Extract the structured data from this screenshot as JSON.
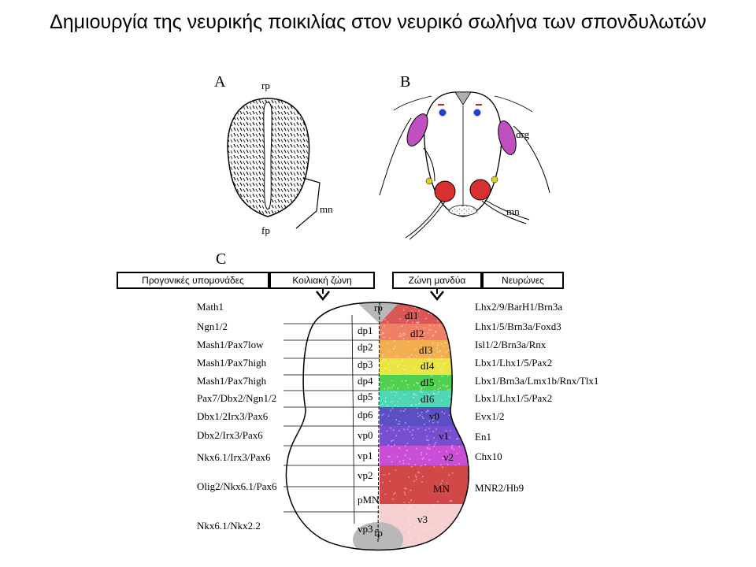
{
  "title": "Δημιουργία της νευρικής ποικιλίας στον νευρικό σωλήνα των σπονδυλωτών",
  "panels": {
    "a": {
      "letter": "A",
      "rp": "rp",
      "fp": "fp",
      "mn": "mn"
    },
    "b": {
      "letter": "B",
      "drg": "drg",
      "mn": "mn"
    },
    "c": {
      "letter": "C"
    }
  },
  "headers": {
    "progenitors": "Προγονικές υπομονάδες",
    "ventricular": "Κοιλιακή ζώνη",
    "mantle": "Ζώνη μανδύα",
    "neurons": "Νευρώνες"
  },
  "progenitor_genes": [
    "Math1",
    "Ngn1/2",
    "Mash1/Pax7low",
    "Mash1/Pax7high",
    "Mash1/Pax7high",
    "Pax7/Dbx2/Ngn1/2",
    "Dbx1/2Irx3/Pax6",
    "Dbx2/Irx3/Pax6",
    "Nkx6.1/Irx3/Pax6",
    "Olig2/Nkx6.1/Pax6",
    "Nkx6.1/Nkx2.2"
  ],
  "domains_left": [
    "rp",
    "dp1",
    "dp2",
    "dp3",
    "dp4",
    "dp5",
    "dp6",
    "vp0",
    "vp1",
    "vp2",
    "pMN",
    "vp3",
    "fp"
  ],
  "domains_right": [
    "dI1",
    "dI2",
    "dI3",
    "dI4",
    "dI5",
    "dI6",
    "v0",
    "v1",
    "v2",
    "MN",
    "v3"
  ],
  "neuron_genes": [
    "Lhx2/9/BarH1/Brn3a",
    "Lhx1/5/Brn3a/Foxd3",
    "Isl1/2/Brn3a/Rnx",
    "Lbx1/Lhx1/5/Pax2",
    "Lbx1/Brn3a/Lmx1b/Rnx/Tlx1",
    "Lbx1/Lhx1/5/Pax2",
    "Evx1/2",
    "En1",
    "Chx10",
    "MNR2/Hb9"
  ],
  "colors": {
    "dI1": "#d43a3a",
    "dI2": "#ec6a4a",
    "dI3": "#f0a030",
    "dI4": "#e8e020",
    "dI5": "#30c830",
    "dI6": "#30d0a8",
    "v0": "#4030b8",
    "v1": "#6030c8",
    "v2": "#c030d0",
    "MN": "#c82828",
    "v3": "#f4c8c8",
    "plate": "#b8b8b8",
    "drg": "#b040b0",
    "motor": "#d02020",
    "dorsal_dot": "#2040d0",
    "ventral_dot": "#e0d020"
  }
}
